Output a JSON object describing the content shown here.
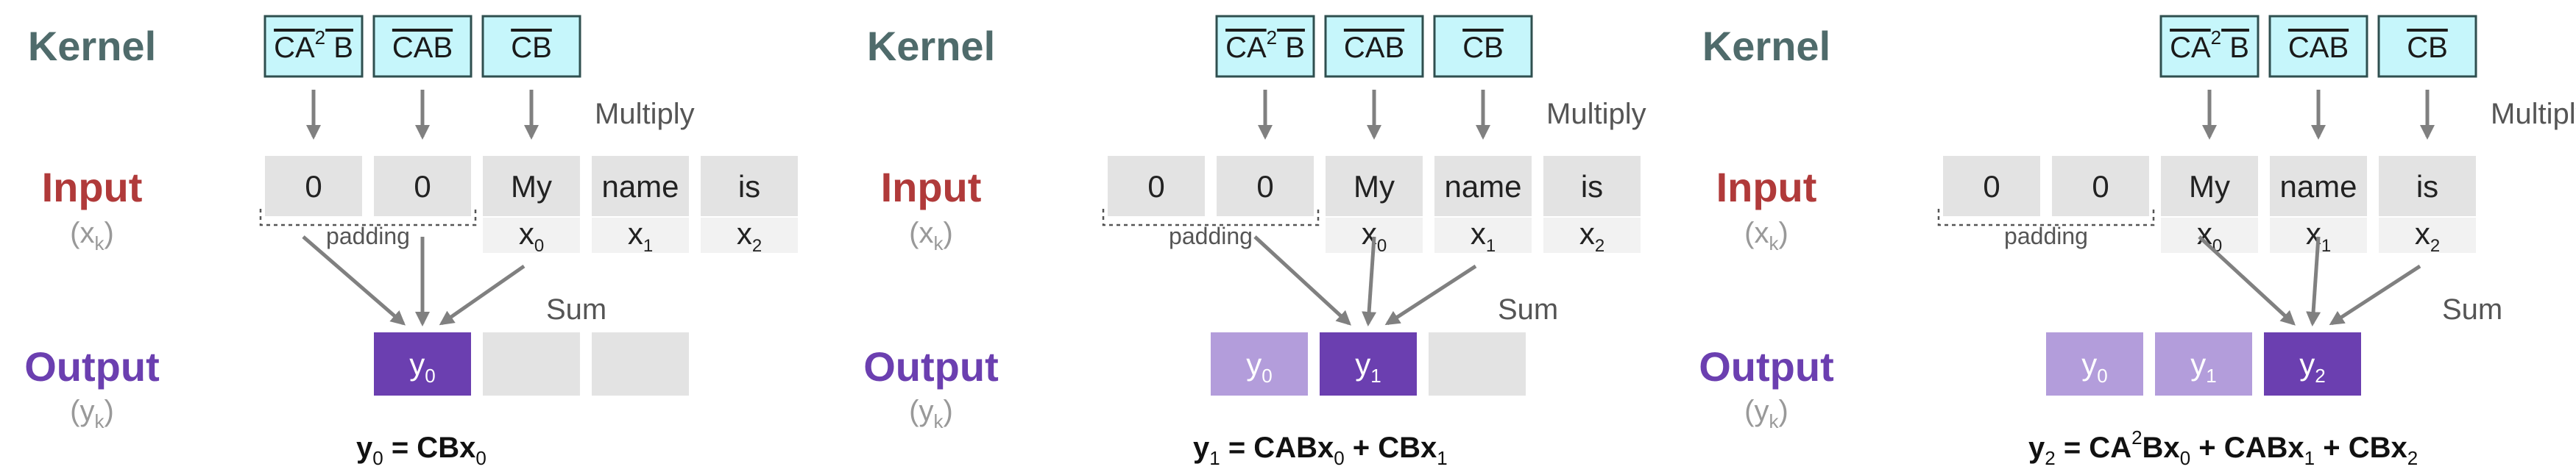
{
  "colors": {
    "kernel_label": "#4f6b6b",
    "input_label": "#b03a3a",
    "output_label": "#6b3fb0",
    "kernel_fill": "#c6f6fb",
    "kernel_stroke": "#2f4f4f",
    "cell_fill": "#e3e3e3",
    "subcell_fill": "#f2f2f2",
    "out_active": "#6b3fb0",
    "out_done": "#b39ddb",
    "out_empty": "#e3e3e3",
    "arrow": "#808080"
  },
  "labels": {
    "kernel": "Kernel",
    "input": "Input",
    "input_sub": "(x",
    "input_sub_k": "k",
    "input_sub_close": ")",
    "output": "Output",
    "output_sub": "(y",
    "output_sub_k": "k",
    "output_sub_close": ")",
    "multiply": "Multiply",
    "sum": "Sum",
    "padding": "padding"
  },
  "kernel": [
    {
      "base": "CA",
      "sup": "2",
      "tail": "B"
    },
    {
      "base": "CAB",
      "sup": "",
      "tail": ""
    },
    {
      "base": "CB",
      "sup": "",
      "tail": ""
    }
  ],
  "input": {
    "cells": [
      "0",
      "0",
      "My",
      "name",
      "is"
    ],
    "subs": [
      "",
      "",
      "0",
      "1",
      "2"
    ],
    "sub_var": "x"
  },
  "panels": [
    {
      "step": 0,
      "outputs": [
        "0",
        "",
        ""
      ],
      "equation": [
        {
          "t": "y"
        },
        {
          "t": "0",
          "s": "sub"
        },
        {
          "t": " = CBx"
        },
        {
          "t": "0",
          "s": "sub"
        }
      ]
    },
    {
      "step": 1,
      "outputs": [
        "0",
        "1",
        ""
      ],
      "equation": [
        {
          "t": "y"
        },
        {
          "t": "1",
          "s": "sub"
        },
        {
          "t": " = CABx"
        },
        {
          "t": "0",
          "s": "sub"
        },
        {
          "t": " + CBx"
        },
        {
          "t": "1",
          "s": "sub"
        }
      ]
    },
    {
      "step": 2,
      "outputs": [
        "0",
        "1",
        "2"
      ],
      "equation": [
        {
          "t": "y"
        },
        {
          "t": "2",
          "s": "sub"
        },
        {
          "t": " = CA"
        },
        {
          "t": "2",
          "s": "sup"
        },
        {
          "t": "Bx"
        },
        {
          "t": "0",
          "s": "sub"
        },
        {
          "t": " + CABx"
        },
        {
          "t": "1",
          "s": "sub"
        },
        {
          "t": " + CBx"
        },
        {
          "t": "2",
          "s": "sub"
        }
      ]
    }
  ]
}
